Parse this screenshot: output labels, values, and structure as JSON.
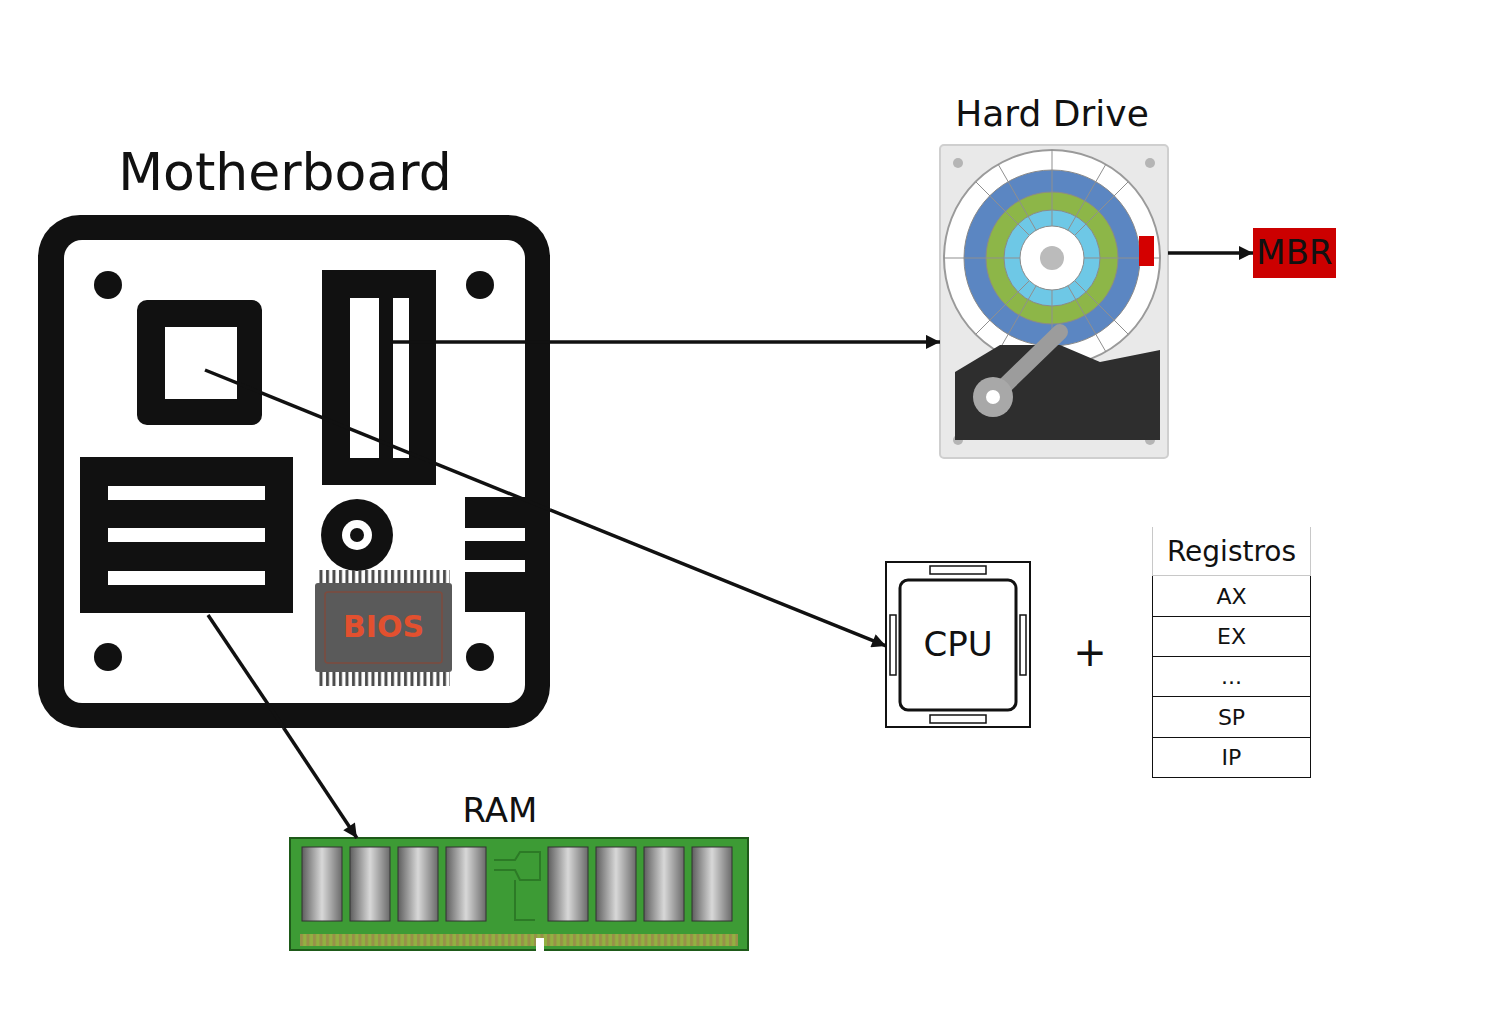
{
  "diagram": {
    "nodes": [
      {
        "text": [
          "Motherboard"
        ]
      },
      {
        "text": [
          "BIOS"
        ],
        "in": 0
      },
      {
        "text": [
          "Hard Drive"
        ]
      },
      {
        "text": [
          "MBR"
        ]
      },
      {
        "text": [
          "CPU"
        ]
      },
      {
        "text": [
          "Registros",
          "AX",
          "EX",
          "...",
          "SP",
          "IP"
        ]
      },
      {
        "text": [
          "RAM"
        ]
      }
    ],
    "edges": [
      {
        "from": 0,
        "to": 2,
        "arrow": "to"
      },
      {
        "from": 0,
        "to": 4,
        "arrow": "to"
      },
      {
        "from": 0,
        "to": 6,
        "arrow": "to"
      },
      {
        "from": 2,
        "to": 3,
        "arrow": "to"
      }
    ],
    "labels": [
      "+"
    ]
  }
}
